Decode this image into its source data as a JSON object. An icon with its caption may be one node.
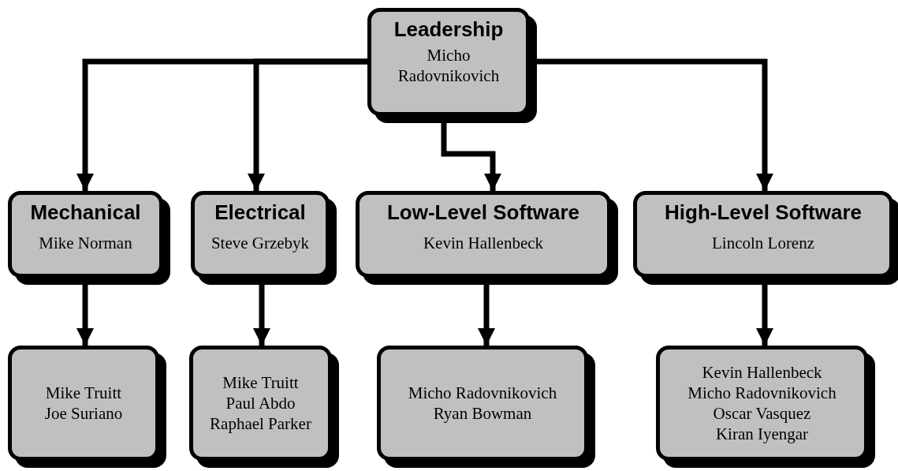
{
  "diagram": {
    "nodes": [
      {
        "text": [
          "Leadership",
          "Micho Radovnikovich"
        ]
      },
      {
        "text": [
          "Mechanical",
          "Mike Norman"
        ]
      },
      {
        "text": [
          "Electrical",
          "Steve Grzebyk"
        ]
      },
      {
        "text": [
          "Low-Level Software",
          "Kevin Hallenbeck"
        ]
      },
      {
        "text": [
          "High-Level Software",
          "Lincoln Lorenz"
        ]
      },
      {
        "text": [
          "Mike Truitt",
          "Joe Suriano"
        ]
      },
      {
        "text": [
          "Mike Truitt",
          "Paul Abdo",
          "Raphael Parker"
        ]
      },
      {
        "text": [
          "Micho Radovnikovich",
          "Ryan Bowman"
        ]
      },
      {
        "text": [
          "Kevin Hallenbeck",
          "Micho Radovnikovich",
          "Oscar Vasquez",
          "Kiran Iyengar"
        ]
      }
    ],
    "edges": [
      {
        "from": 0,
        "to": 1,
        "arrow": "to"
      },
      {
        "from": 0,
        "to": 2,
        "arrow": "to"
      },
      {
        "from": 0,
        "to": 3,
        "arrow": "to"
      },
      {
        "from": 0,
        "to": 4,
        "arrow": "to"
      },
      {
        "from": 1,
        "to": 5,
        "arrow": "to"
      },
      {
        "from": 2,
        "to": 6,
        "arrow": "to"
      },
      {
        "from": 3,
        "to": 7,
        "arrow": "to"
      },
      {
        "from": 4,
        "to": 8,
        "arrow": "to"
      }
    ]
  }
}
